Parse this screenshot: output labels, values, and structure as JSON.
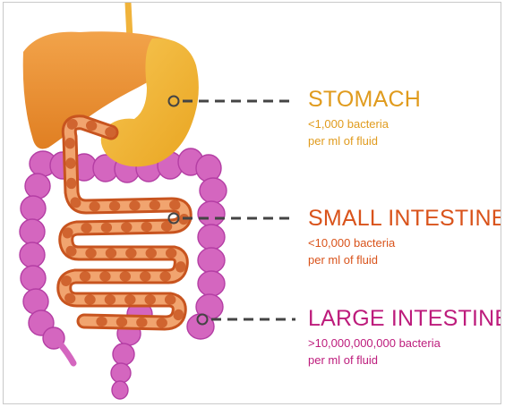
{
  "colors": {
    "stomach": "#e09b1d",
    "small_intestine": "#d9531b",
    "large_intestine": "#bd1c7c",
    "connector": "#444444"
  },
  "organs": [
    {
      "id": "stomach",
      "name": "STOMACH",
      "count_line": "<1,000 bacteria",
      "unit_line": "per ml of fluid"
    },
    {
      "id": "small",
      "name": "SMALL INTESTINE",
      "count_line": "<10,000 bacteria",
      "unit_line": "per ml of fluid"
    },
    {
      "id": "large",
      "name": "LARGE INTESTINE",
      "count_line": ">10,000,000,000 bacteria",
      "unit_line": "per ml of fluid"
    }
  ]
}
